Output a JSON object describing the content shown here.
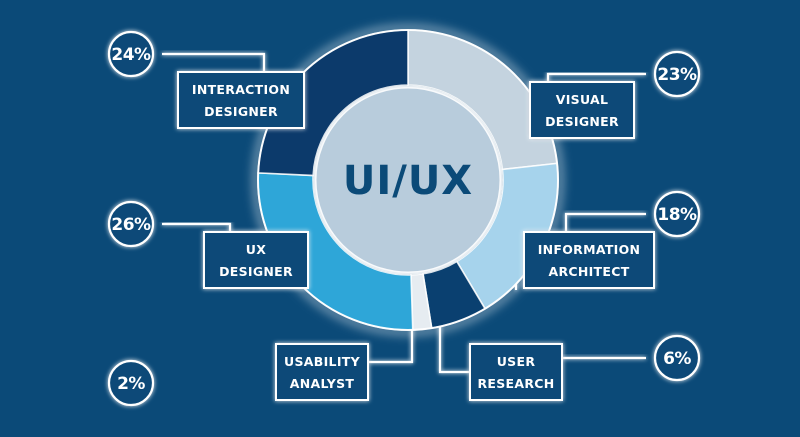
{
  "chart_data": {
    "type": "donut",
    "center_label": "UI/UX",
    "slices": [
      {
        "label_lines": [
          "VISUAL",
          "DESIGNER"
        ],
        "value": 23,
        "value_label": "23%",
        "color": "#c4d3df"
      },
      {
        "label_lines": [
          "INFORMATION",
          "ARCHITECT"
        ],
        "value": 18,
        "value_label": "18%",
        "color": "#a6d3ec"
      },
      {
        "label_lines": [
          "USER",
          "RESEARCH"
        ],
        "value": 6,
        "value_label": "6%",
        "color": "#0a4070"
      },
      {
        "label_lines": [
          "USABILITY",
          "ANALYST"
        ],
        "value": 2,
        "value_label": "2%",
        "color": "#e6ecf1"
      },
      {
        "label_lines": [
          "UX",
          "DESIGNER"
        ],
        "value": 26,
        "value_label": "26%",
        "color": "#2ea6d8"
      },
      {
        "label_lines": [
          "INTERACTION",
          "DESIGNER"
        ],
        "value": 24,
        "value_label": "24%",
        "color": "#0c3a6b"
      }
    ],
    "colors": {
      "background": "#0b4a78",
      "line": "#ffffff",
      "center_disc": "#b8ccdc"
    }
  }
}
